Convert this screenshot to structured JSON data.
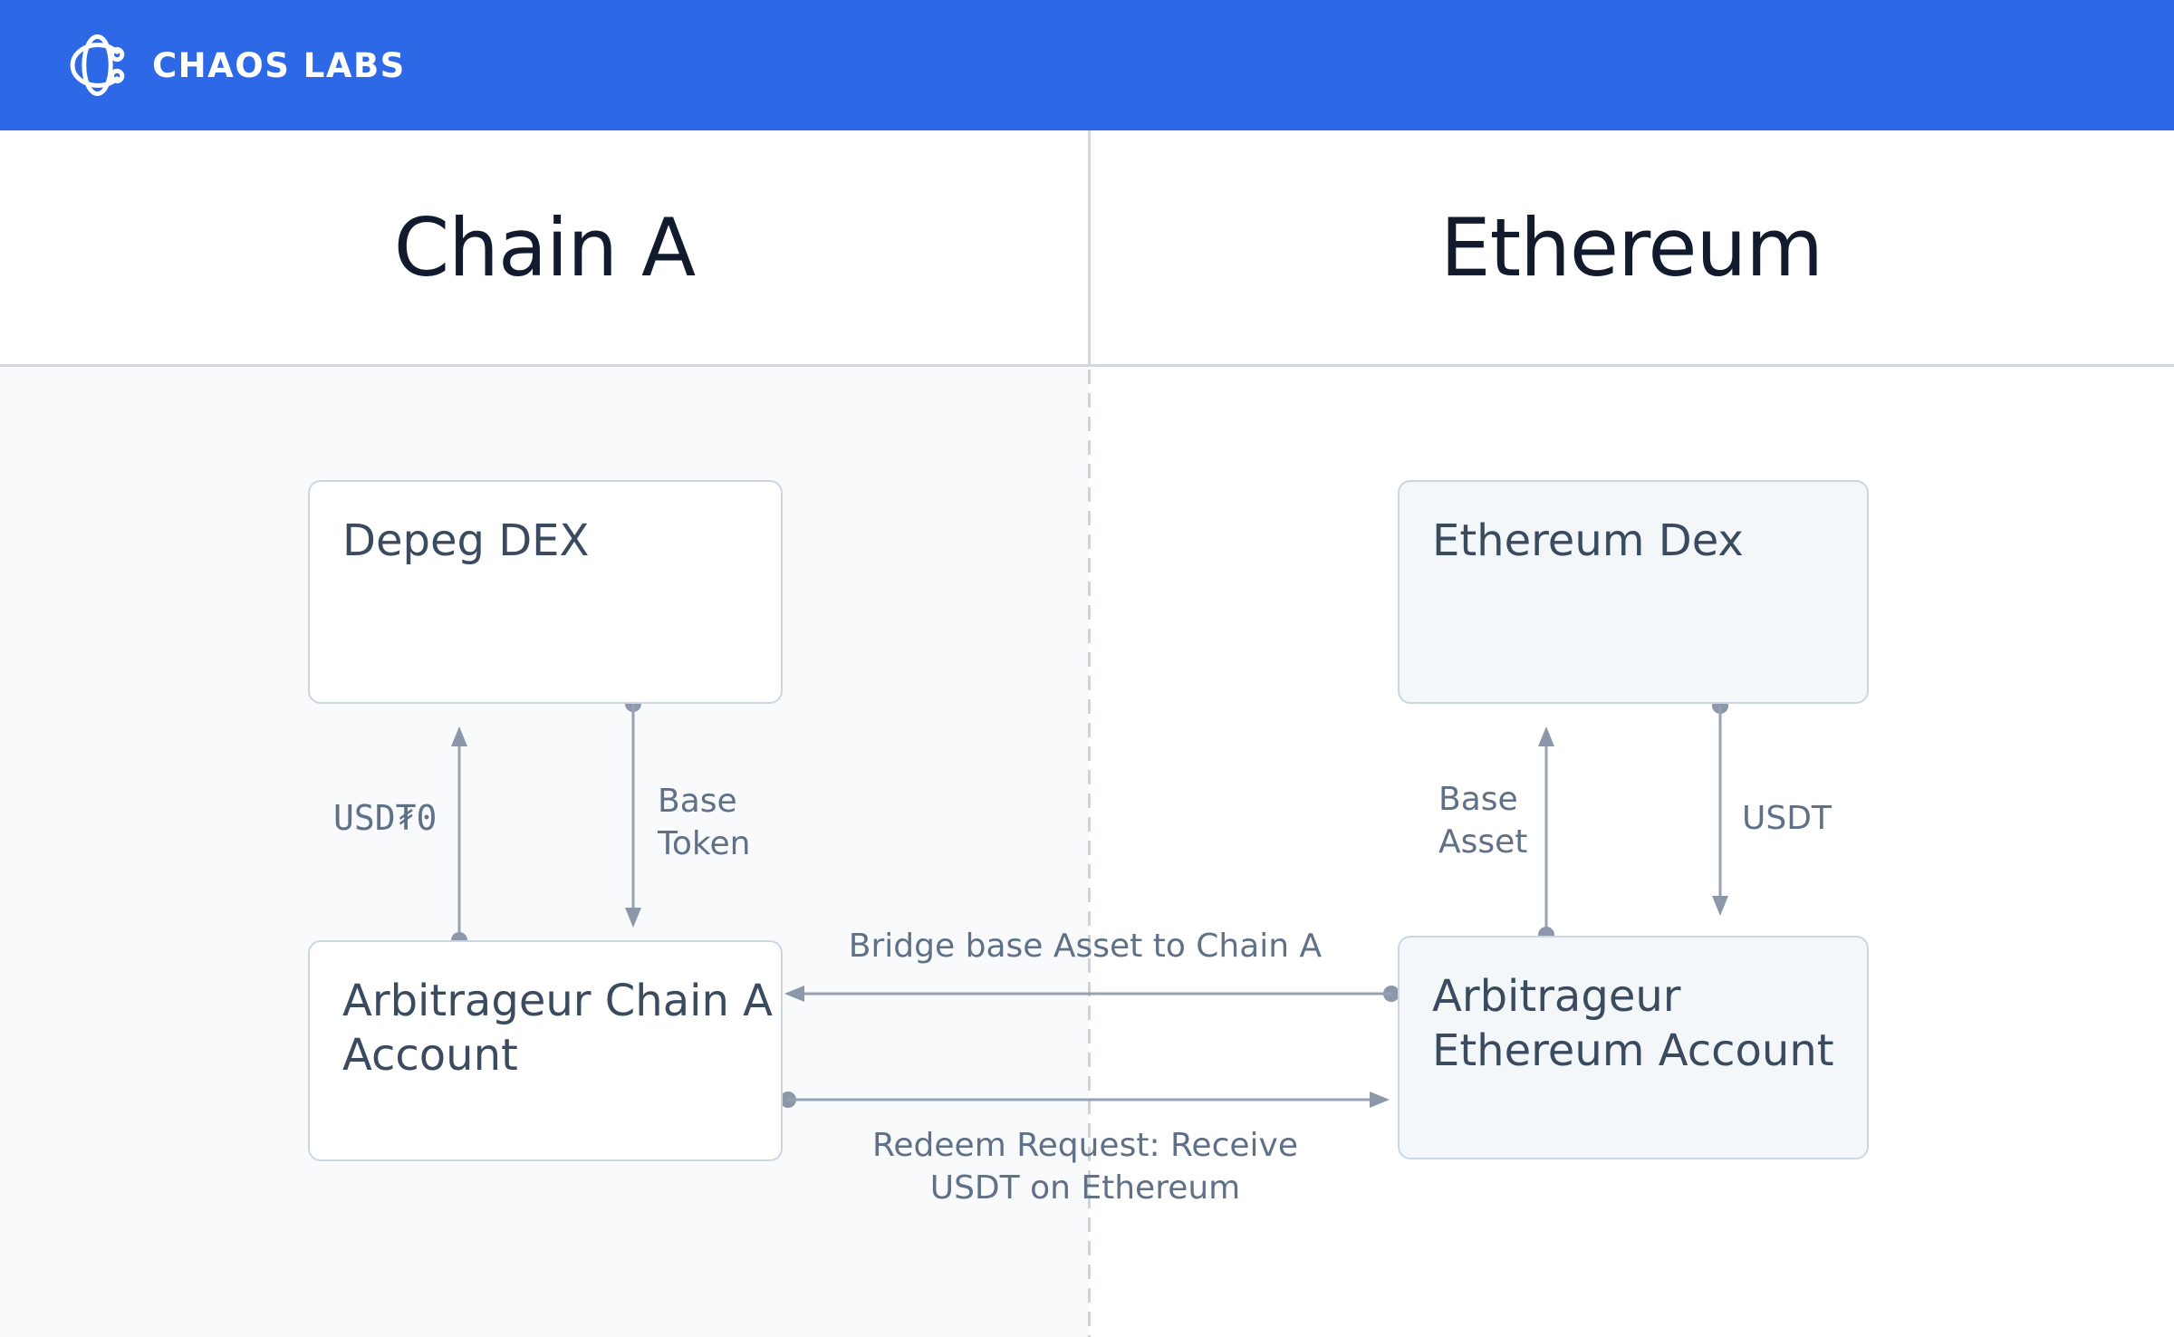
{
  "header": {
    "brand": "CHAOS LABS",
    "logo_icon": "chaos-labs-atom-logo",
    "bg_color": "#2D68E6"
  },
  "columns": {
    "left_title": "Chain A",
    "right_title": "Ethereum"
  },
  "left": {
    "dex_box_label": "Depeg DEX",
    "account_box_line1": "Arbitrageur Chain A",
    "account_box_line2": "Account",
    "up_arrow_label": "USD₮0",
    "down_arrow_label_line1": "Base",
    "down_arrow_label_line2": "Token"
  },
  "right": {
    "dex_box_label": "Ethereum Dex",
    "account_box_line1": "Arbitrageur",
    "account_box_line2": "Ethereum Account",
    "up_arrow_label_line1": "Base",
    "up_arrow_label_line2": "Asset",
    "down_arrow_label": "USDT"
  },
  "flows": {
    "bridge_label": "Bridge base Asset to Chain A",
    "redeem_label_line1": "Redeem Request: Receive",
    "redeem_label_line2": "USDT on Ethereum"
  },
  "colors": {
    "header_bg": "#2D68E6",
    "title_text": "#121B2D",
    "box_text": "#3A4A5F",
    "label_text": "#5F7087",
    "box_border": "#CBD6E0",
    "box_tint_fill": "#F4F7FA",
    "left_panel_bg": "#F8FAFC",
    "divider": "#D3D8E0",
    "arrow": "#97A1B2"
  }
}
